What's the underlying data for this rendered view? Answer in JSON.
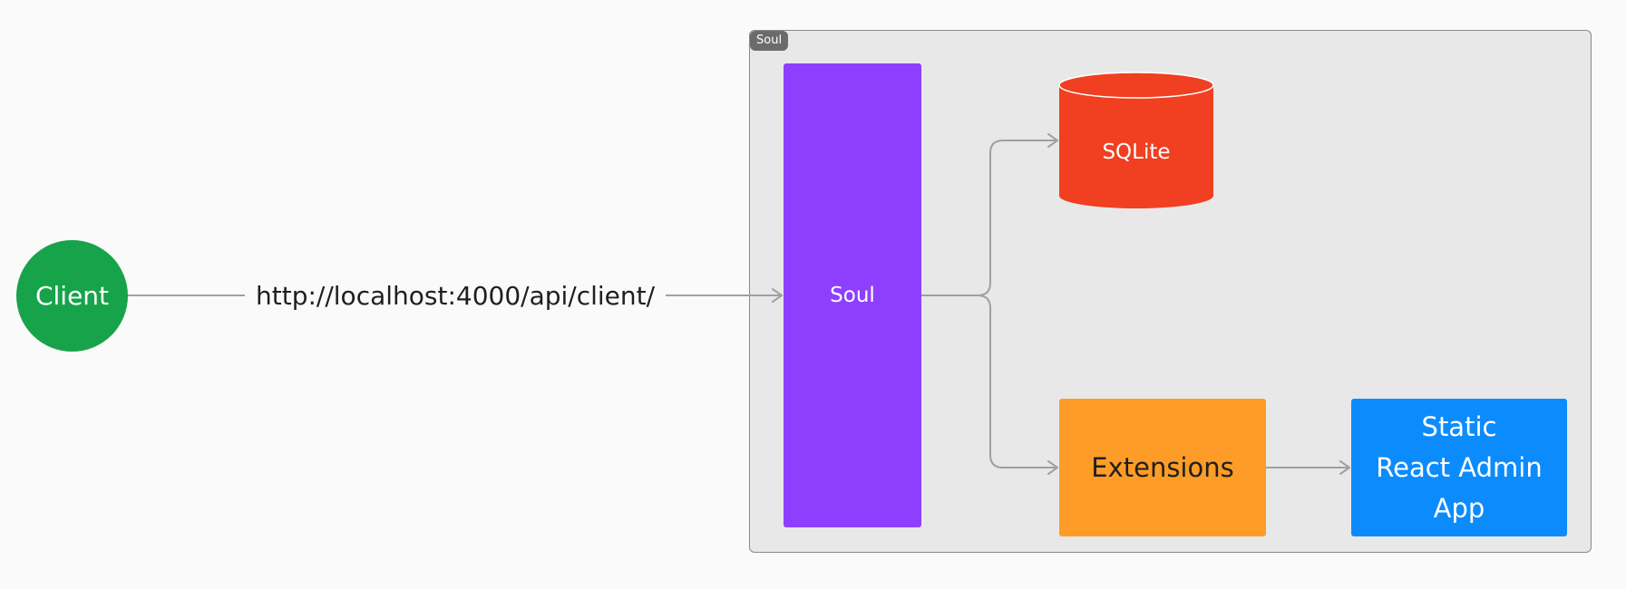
{
  "frame": {
    "badge": "Soul"
  },
  "nodes": {
    "client": "Client",
    "soul": "Soul",
    "sqlite": "SQLite",
    "extensions": "Extensions",
    "static_app_lines": [
      "Static",
      "React Admin",
      "App"
    ]
  },
  "edges": {
    "client_to_soul_label": "http://localhost:4000/api/client/"
  },
  "colors": {
    "background": "#fafafa",
    "frame_fill": "#e8e8e8",
    "client": "#17a34a",
    "soul": "#8e3ffe",
    "sqlite": "#f13f21",
    "extensions": "#fd9c27",
    "static_app": "#0c8cfc",
    "connector": "#a0a0a0"
  }
}
